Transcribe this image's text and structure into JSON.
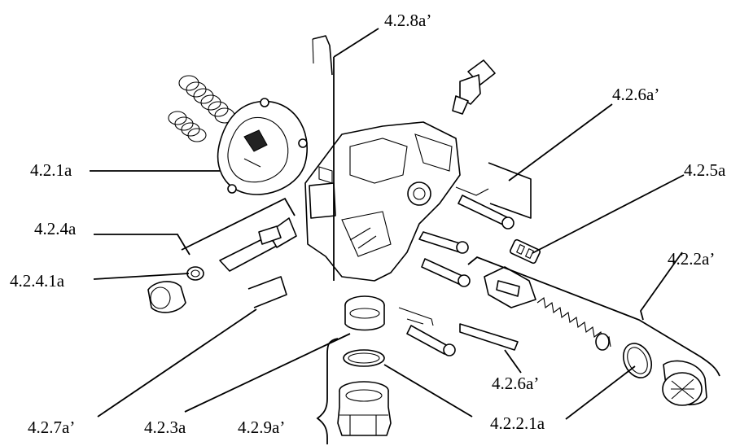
{
  "labels": {
    "l_4_2_8a": "4.2.8a’",
    "l_4_2_6a_top": "4.2.6a’",
    "l_4_2_1a": "4.2.1a",
    "l_4_2_5a": "4.2.5a",
    "l_4_2_4a": "4.2.4a",
    "l_4_2_2a": "4.2.2a’",
    "l_4_2_4_1a": "4.2.4.1a",
    "l_4_2_6a_bottom": "4.2.6a’",
    "l_4_2_7a": "4.2.7a’",
    "l_4_2_3a": "4.2.3a",
    "l_4_2_9a": "4.2.9a’",
    "l_4_2_2_1a": "4.2.2.1a"
  }
}
